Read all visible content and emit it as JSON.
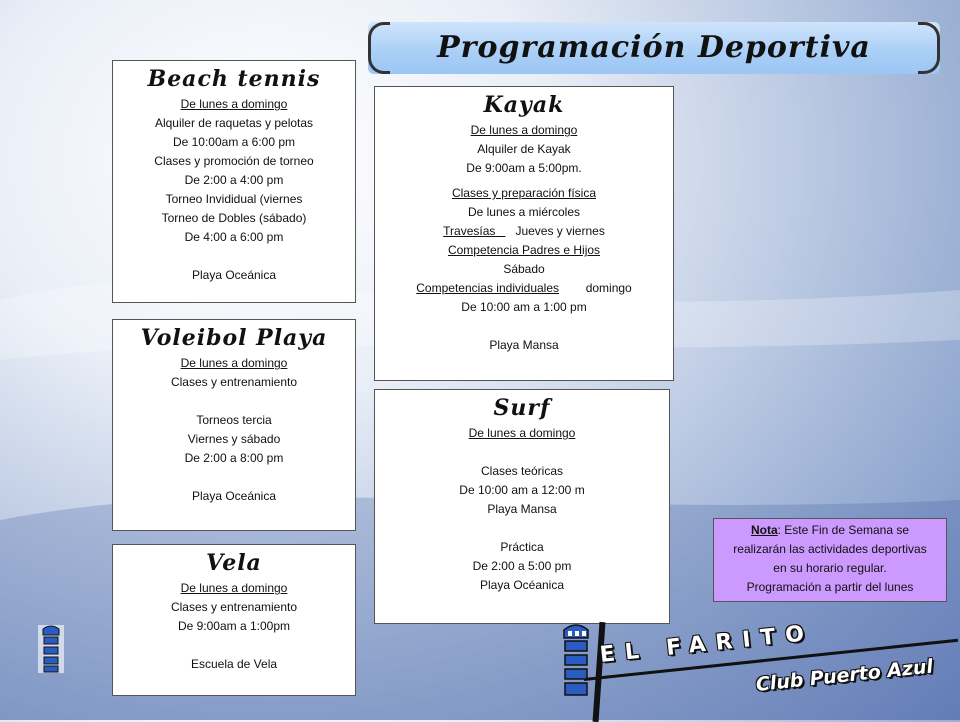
{
  "title": "Programación Deportiva",
  "beach": {
    "title": "Beach tennis",
    "lines": [
      "De lunes a domingo",
      "Alquiler de raquetas y pelotas",
      "De 10:00am a 6:00 pm",
      "Clases y promoción de torneo",
      "De 2:00 a 4:00 pm",
      "Torneo Invididual (viernes",
      "Torneo de Dobles (sábado)",
      "De 4:00 a 6:00 pm",
      "Playa Oceánica"
    ]
  },
  "voley": {
    "title": "Voleibol Playa",
    "lines": [
      "De lunes a domingo",
      "Clases y entrenamiento",
      "Torneos tercia",
      "Viernes y sábado",
      "De 2:00 a 8:00 pm",
      "Playa Oceánica"
    ]
  },
  "vela": {
    "title": "Vela",
    "lines": [
      "De lunes a domingo",
      "Clases y entrenamiento",
      "De 9:00am a 1:00pm",
      "Escuela de Vela"
    ]
  },
  "kayak": {
    "title": "Kayak",
    "lines": [
      "De lunes a domingo",
      "Alquiler de Kayak",
      "De 9:00am a 5:00pm.",
      "Clases y preparación física",
      "De lunes a miércoles",
      "Travesías",
      "Jueves y viernes",
      "Competencia Padres e Hijos",
      "Sábado",
      "Competencias individuales",
      "domingo",
      "De 10:00 am a 1:00 pm",
      "Playa Mansa"
    ]
  },
  "surf": {
    "title": "Surf",
    "lines": [
      "De lunes a domingo",
      "Clases teóricas",
      "De 10:00 am a 12:00 m",
      "Playa Mansa",
      "Práctica",
      "De 2:00 a 5:00 pm",
      "Playa Océanica"
    ]
  },
  "note": {
    "label": "Nota",
    "text1": ": Este Fin de Semana se",
    "lines": [
      "realizarán las actividades deportivas",
      "en su horario regular.",
      "Programación a partir del lunes"
    ]
  },
  "brand": {
    "title": "EL FARITO",
    "subtitle": "Club Puerto Azul"
  }
}
